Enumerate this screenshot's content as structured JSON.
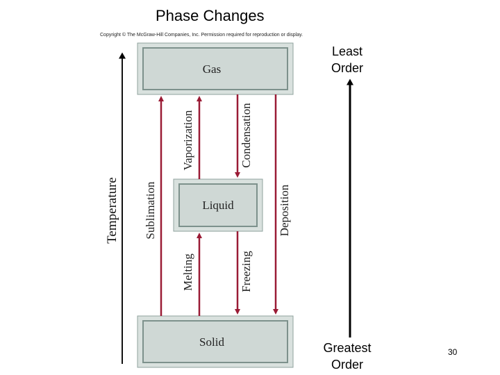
{
  "slide": {
    "title": "Phase Changes",
    "copyright": "Copyright © The McGraw-Hill Companies, Inc. Permission required for reproduction or display.",
    "page_number": "30"
  },
  "order_scale": {
    "top_label_line1": "Least",
    "top_label_line2": "Order",
    "bottom_label_line1": "Greatest",
    "bottom_label_line2": "Order"
  },
  "diagram": {
    "states": {
      "gas": "Gas",
      "liquid": "Liquid",
      "solid": "Solid"
    },
    "axis_label": "Temperature",
    "transitions": {
      "sublimation": "Sublimation",
      "vaporization": "Vaporization",
      "condensation": "Condensation",
      "deposition": "Deposition",
      "melting": "Melting",
      "freezing": "Freezing"
    },
    "colors": {
      "box_fill": "#cfd8d5",
      "box_border": "#8fa29d",
      "arrow": "#9a1b35"
    }
  }
}
